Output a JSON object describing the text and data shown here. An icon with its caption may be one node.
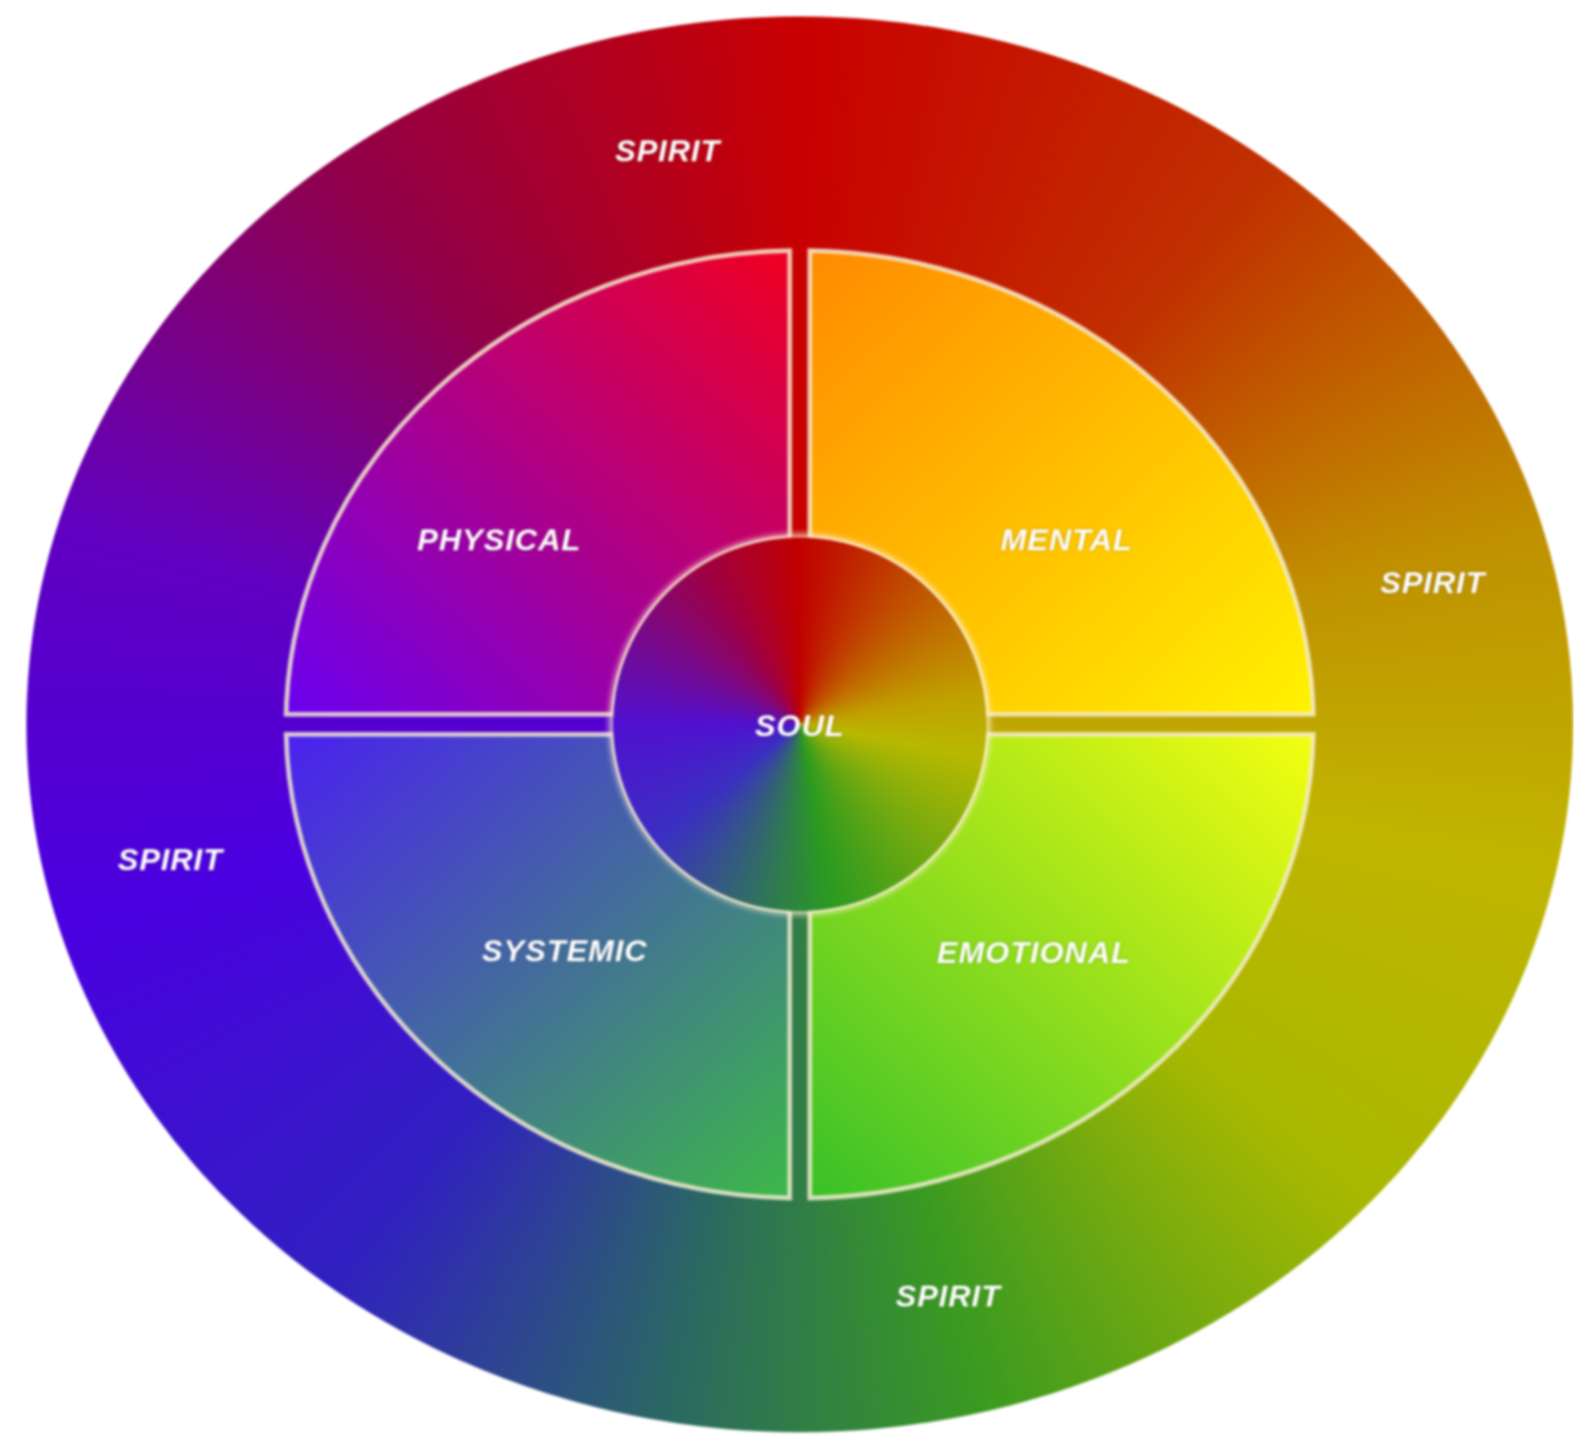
{
  "diagram": {
    "nodes": [
      {
        "text": [
          "SPIRIT",
          "SPIRIT",
          "SPIRIT",
          "SPIRIT"
        ]
      },
      {
        "text": [
          "PHYSICAL"
        ],
        "in": 0
      },
      {
        "text": [
          "MENTAL"
        ],
        "in": 0
      },
      {
        "text": [
          "SOUL"
        ],
        "in": 0
      },
      {
        "text": [
          "SYSTEMIC"
        ],
        "in": 0
      },
      {
        "text": [
          "EMOTIONAL"
        ],
        "in": 0
      }
    ]
  }
}
